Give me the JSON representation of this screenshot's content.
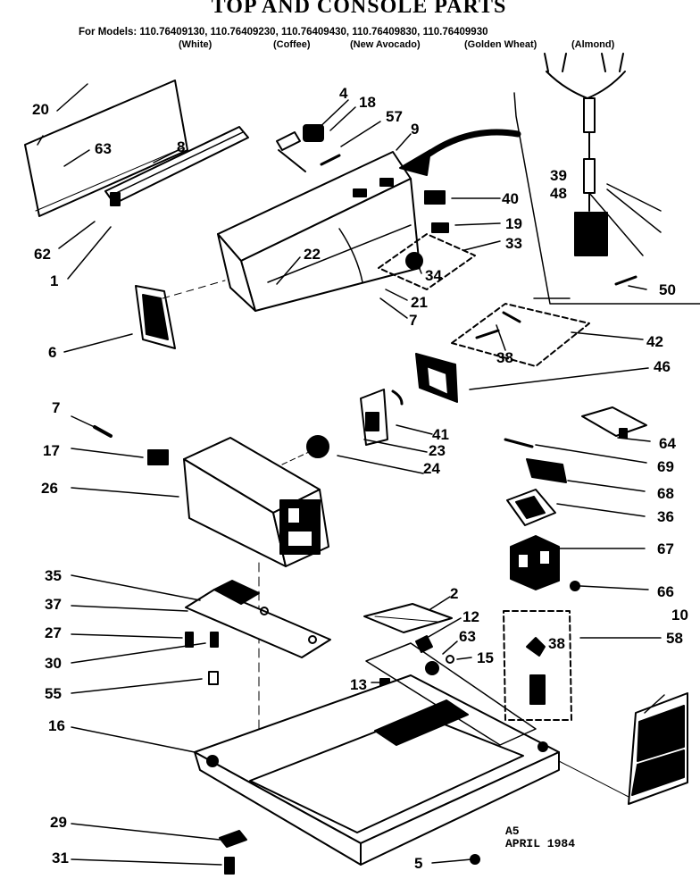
{
  "header": {
    "title": "TOP AND CONSOLE PARTS",
    "models_line": "For Models: 110.76409130, 110.76409230, 110.76409430, 110.76409830, 110.76409930",
    "variants": [
      "(White)",
      "(Coffee)",
      "(New Avocado)",
      "(Golden Wheat)",
      "(Almond)"
    ]
  },
  "parts": [
    "20",
    "63",
    "8",
    "62",
    "1",
    "4",
    "18",
    "57",
    "9",
    "40",
    "19",
    "33",
    "34",
    "21",
    "7",
    "22",
    "6",
    "39",
    "48",
    "50",
    "42",
    "38",
    "46",
    "41",
    "23",
    "24",
    "7",
    "17",
    "26",
    "64",
    "69",
    "68",
    "36",
    "67",
    "66",
    "35",
    "37",
    "27",
    "30",
    "55",
    "2",
    "12",
    "63",
    "15",
    "13",
    "58",
    "38",
    "10",
    "16",
    "29",
    "31",
    "5"
  ],
  "footer": {
    "code": "A5",
    "date": "APRIL 1984"
  }
}
